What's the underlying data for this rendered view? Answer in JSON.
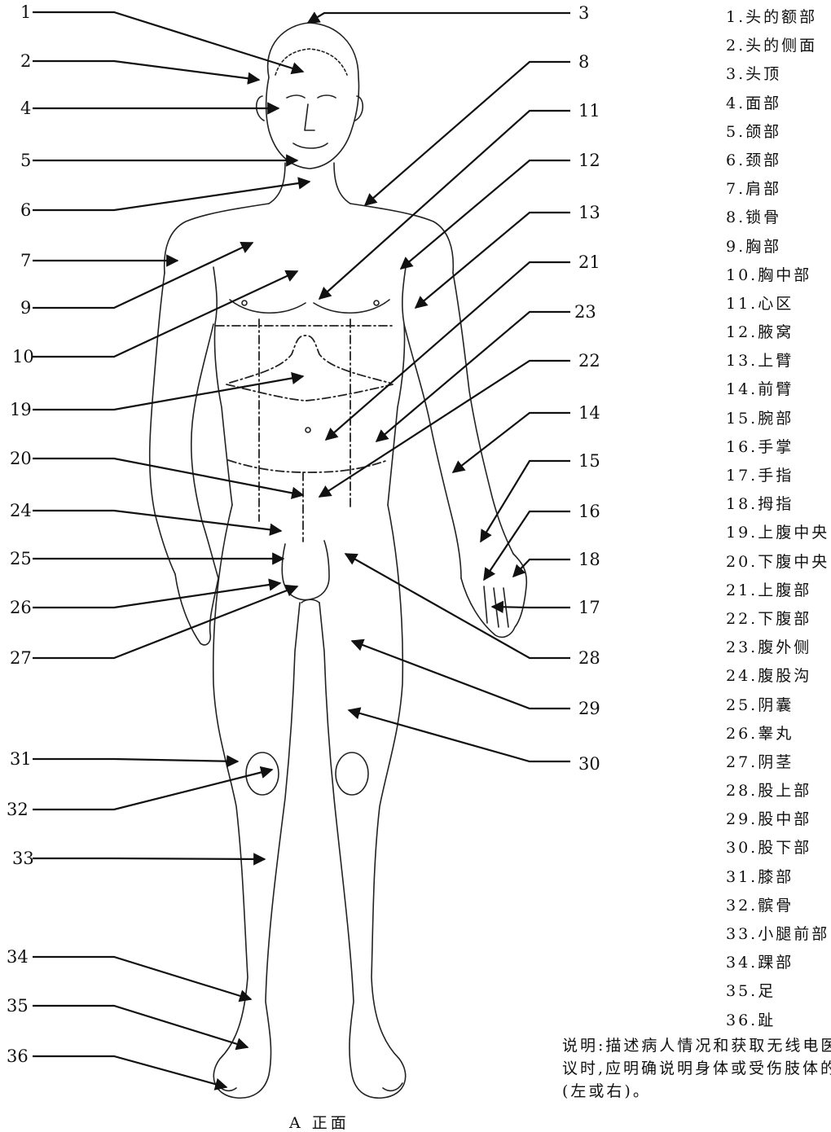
{
  "caption": "A 正面",
  "legend": [
    {
      "n": "1",
      "label": "1.头的额部"
    },
    {
      "n": "2",
      "label": "2.头的侧面"
    },
    {
      "n": "3",
      "label": "3.头顶"
    },
    {
      "n": "4",
      "label": "4.面部"
    },
    {
      "n": "5",
      "label": "5.颌部"
    },
    {
      "n": "6",
      "label": "6.颈部"
    },
    {
      "n": "7",
      "label": "7.肩部"
    },
    {
      "n": "8",
      "label": "8.锁骨"
    },
    {
      "n": "9",
      "label": "9.胸部"
    },
    {
      "n": "10",
      "label": "10.胸中部"
    },
    {
      "n": "11",
      "label": "11.心区"
    },
    {
      "n": "12",
      "label": "12.腋窝"
    },
    {
      "n": "13",
      "label": "13.上臂"
    },
    {
      "n": "14",
      "label": "14.前臂"
    },
    {
      "n": "15",
      "label": "15.腕部"
    },
    {
      "n": "16",
      "label": "16.手掌"
    },
    {
      "n": "17",
      "label": "17.手指"
    },
    {
      "n": "18",
      "label": "18.拇指"
    },
    {
      "n": "19",
      "label": "19.上腹中央"
    },
    {
      "n": "20",
      "label": "20.下腹中央"
    },
    {
      "n": "21",
      "label": "21.上腹部"
    },
    {
      "n": "22",
      "label": "22.下腹部"
    },
    {
      "n": "23",
      "label": "23.腹外侧"
    },
    {
      "n": "24",
      "label": "24.腹股沟"
    },
    {
      "n": "25",
      "label": "25.阴囊"
    },
    {
      "n": "26",
      "label": "26.睾丸"
    },
    {
      "n": "27",
      "label": "27.阴茎"
    },
    {
      "n": "28",
      "label": "28.股上部"
    },
    {
      "n": "29",
      "label": "29.股中部"
    },
    {
      "n": "30",
      "label": "30.股下部"
    },
    {
      "n": "31",
      "label": "31.膝部"
    },
    {
      "n": "32",
      "label": "32.髌骨"
    },
    {
      "n": "33",
      "label": "33.小腿前部"
    },
    {
      "n": "34",
      "label": "34.踝部"
    },
    {
      "n": "35",
      "label": "35.足"
    },
    {
      "n": "36",
      "label": "36.趾"
    }
  ],
  "note": {
    "line1": "说明:描述病人情况和获取无线电医学建",
    "line2": "议时,应明确说明身体或受伤肢体的侧面",
    "line3": "(左或右)。"
  }
}
